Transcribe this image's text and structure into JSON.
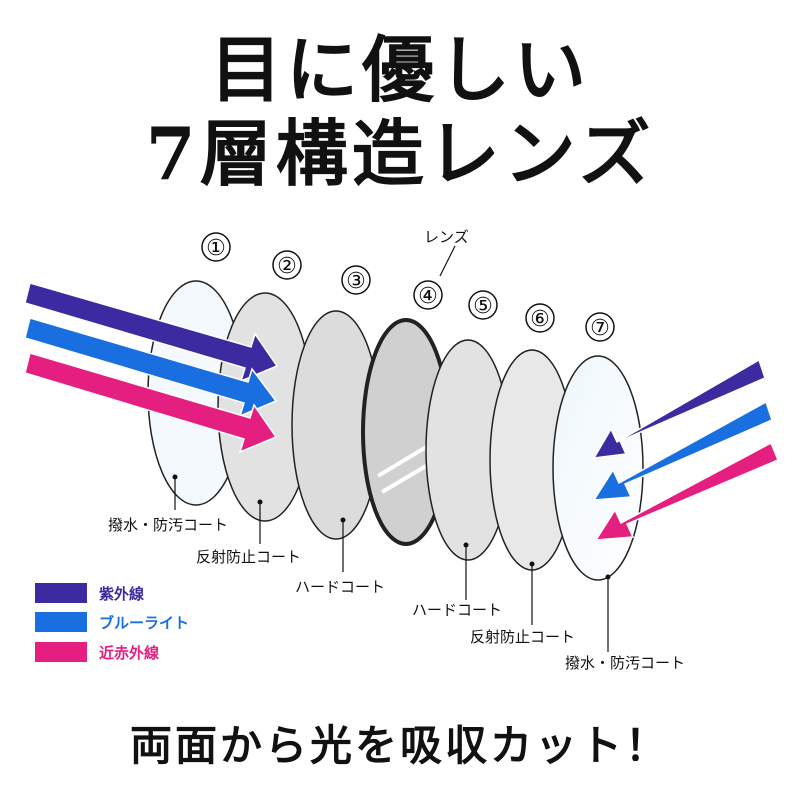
{
  "title_line1": "目に優しい",
  "title_line2": "7層構造レンズ",
  "footer": "両面から光を吸収カット！",
  "lens_label": "レンズ",
  "layers": [
    {
      "number": "①",
      "name": "撥水・防汚コート"
    },
    {
      "number": "②",
      "name": "反射防止コート"
    },
    {
      "number": "③",
      "name": "ハードコート"
    },
    {
      "number": "④",
      "name": "レンズ"
    },
    {
      "number": "⑤",
      "name": "ハードコート"
    },
    {
      "number": "⑥",
      "name": "反射防止コート"
    },
    {
      "number": "⑦",
      "name": "撥水・防汚コート"
    }
  ],
  "legend": [
    {
      "label": "紫外線",
      "color": "#3b2aa0"
    },
    {
      "label": "ブルーライト",
      "color": "#1a6fe0"
    },
    {
      "label": "近赤外線",
      "color": "#e51f80"
    }
  ]
}
